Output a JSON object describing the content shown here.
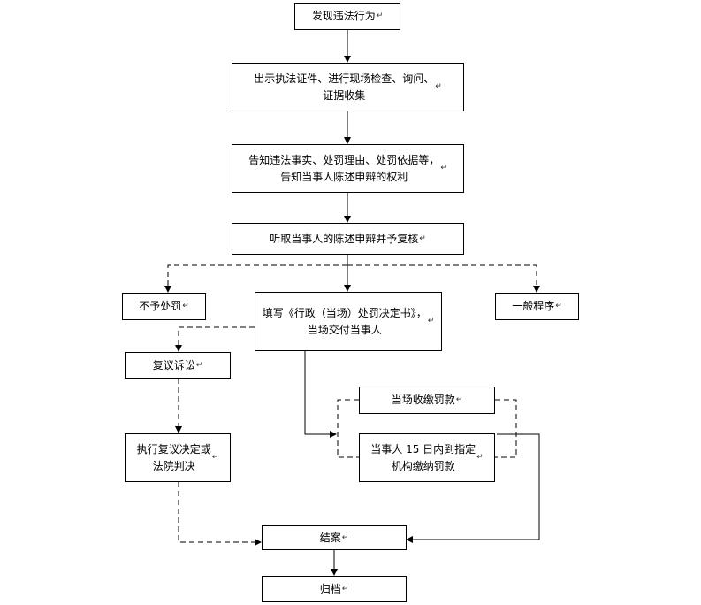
{
  "nodes": {
    "discover": "发现违法行为",
    "show_cert": "出示执法证件、进行现场检查、询问、\n证据收集",
    "inform": "告知违法事实、处罚理由、处罚依据等，\n告知当事人陈述申辩的权利",
    "hear": "听取当事人的陈述申辩并予复核",
    "no_penalty": "不予处罚",
    "fill_form": "填写《行政（当场）处罚决定书》，\n当场交付当事人",
    "general": "一般程序",
    "review": "复议诉讼",
    "execute": "执行复议决定或\n法院判决",
    "collect_fine": "当场收缴罚款",
    "pay_15days": "当事人 15 日内到指定\n机构缴纳罚款",
    "close_case": "结案",
    "archive": "归档"
  },
  "paragraph_mark": "↵"
}
